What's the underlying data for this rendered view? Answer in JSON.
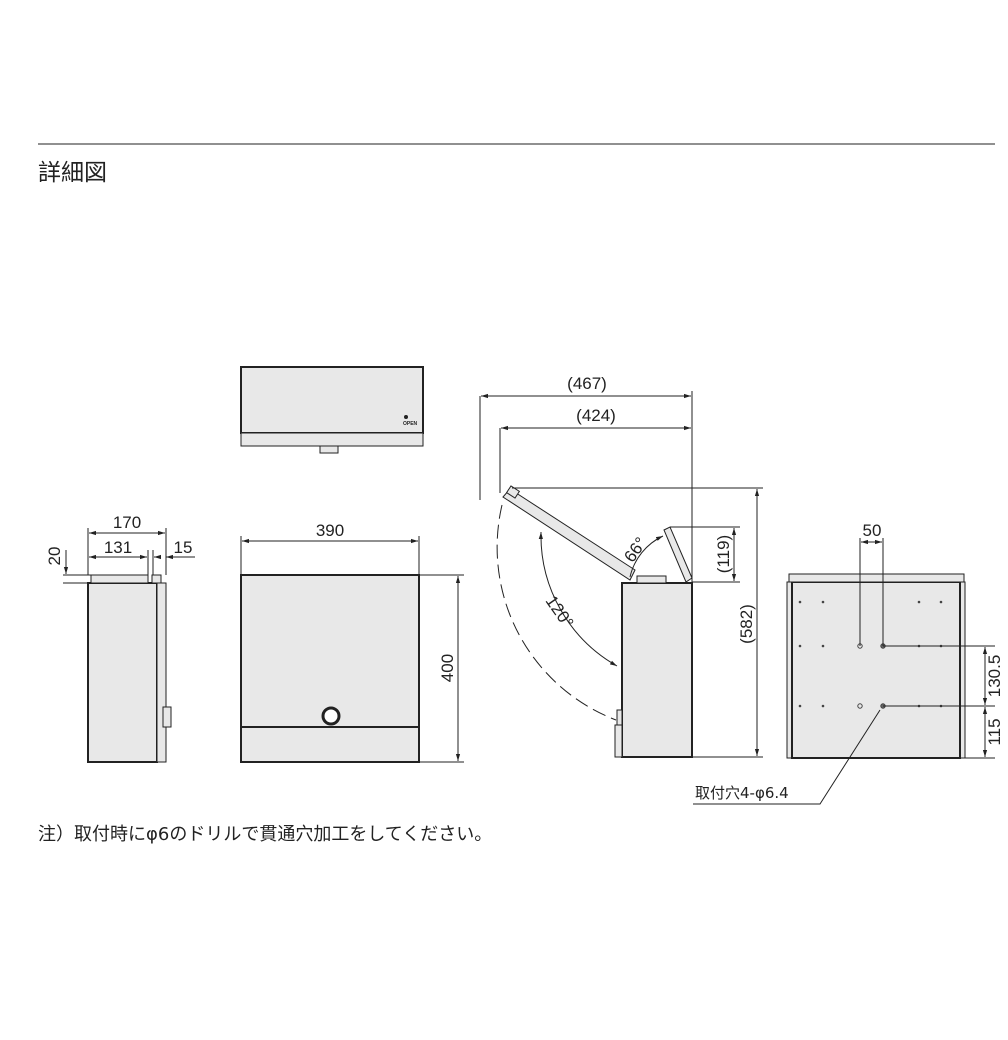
{
  "title": "詳細図",
  "note": "注）取付時にφ6のドリルで貫通穴加工をしてください。",
  "top_view": {
    "badge_text": "OPEN"
  },
  "side_view": {
    "dim_depth_total": "170",
    "dim_depth_body": "131",
    "dim_back": "15",
    "dim_lid": "20"
  },
  "front_view": {
    "dim_width": "390",
    "dim_height": "400"
  },
  "open_view": {
    "dim_reach_outer": "(467)",
    "dim_reach_inner": "(424)",
    "dim_total_height": "(582)",
    "dim_flap_height": "(119)",
    "angle_lid": "120°",
    "angle_flap": "66°"
  },
  "rear_view": {
    "dim_hole_pitch": "50",
    "dim_hole_vertical": "130.5",
    "dim_hole_bottom": "115",
    "mount_hole_label": "取付穴4-φ6.4"
  },
  "colors": {
    "line": "#222222",
    "fill": "#e8e8e8"
  }
}
